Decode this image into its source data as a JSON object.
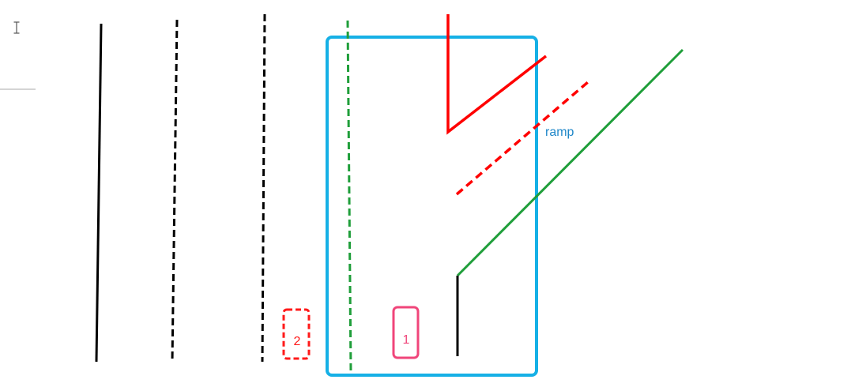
{
  "labels": {
    "ramp": "ramp",
    "marker_1": "1",
    "marker_2": "2"
  },
  "colors": {
    "background": "#ffffff",
    "black_line": "#000000",
    "blue_frame": "#16b0e6",
    "blue_text": "#1d86c8",
    "red": "#ff0000",
    "green": "#1f9e3a",
    "pink_marker": "#f0457a",
    "red_marker": "#ff1a1a",
    "cursor_gray": "#555555",
    "divider_gray": "#aaaaaa"
  },
  "elements": {
    "cursor_icon": "text-cursor-icon",
    "line_styles": [
      "solid",
      "dashed",
      "dashed",
      "dashed-green"
    ]
  }
}
